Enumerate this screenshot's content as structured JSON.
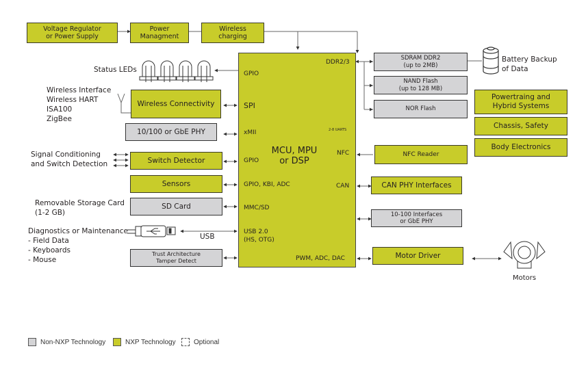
{
  "colors": {
    "nxp": "#c8cc2a",
    "non_nxp": "#d4d4d6",
    "line": "#555555"
  },
  "top_chain": {
    "voltage": "Voltage Regulator\nor Power Supply",
    "power": "Power\nManagment",
    "wireless_charging": "Wireless\ncharging"
  },
  "mcu": {
    "title": "MCU, MPU\nor DSP",
    "ports_left": [
      "GPIO",
      "SPI",
      "xMII",
      "GPIO",
      "GPIO, KBI, ADC",
      "MMC/SD",
      "USB 2.0\n(HS, OTG)"
    ],
    "ports_right": [
      "DDR2/3",
      "2-8 UARTS",
      "NFC",
      "CAN",
      "PWM, ADC, DAC"
    ]
  },
  "left": {
    "status_leds": "Status LEDs",
    "wireless_if_labels": [
      "Wireless Interface",
      "Wireless HART",
      "ISA100",
      "ZigBee"
    ],
    "wireless_connectivity": "Wireless Connectivity",
    "gbe_phy": "10/100  or GbE PHY",
    "signal_label": "Signal Conditioning\nand Switch Detection",
    "switch_detector": "Switch Detector",
    "sensors": "Sensors",
    "storage_label": "Removable Storage Card\n(1-2 GB)",
    "sd_card": "SD Card",
    "diag_labels": [
      "Diagnostics or Maintenance",
      "- Field Data",
      "- Keyboards",
      "- Mouse"
    ],
    "usb": "USB",
    "trust": "Trust Architecture\nTamper Detect"
  },
  "right": {
    "sdram": "SDRAM DDR2\n(up to 2MB)",
    "nand": "NAND Flash\n(up to 128 MB)",
    "nor": "NOR Flash",
    "battery": "Battery Backup\nof Data",
    "nfc_reader": "NFC Reader",
    "can_phy": "CAN PHY Interfaces",
    "eth_phy": "10-100 Interfaces\nor GbE PHY",
    "motor_driver": "Motor Driver",
    "motors": "Motors"
  },
  "applications": [
    "Powertraing and\nHybrid Systems",
    "Chassis, Safety",
    "Body Electronics"
  ],
  "legend": [
    {
      "label": "Non-NXP Technology",
      "kind": "non-nxp"
    },
    {
      "label": "NXP Technology",
      "kind": "nxp"
    },
    {
      "label": "Optional",
      "kind": "optional"
    }
  ]
}
